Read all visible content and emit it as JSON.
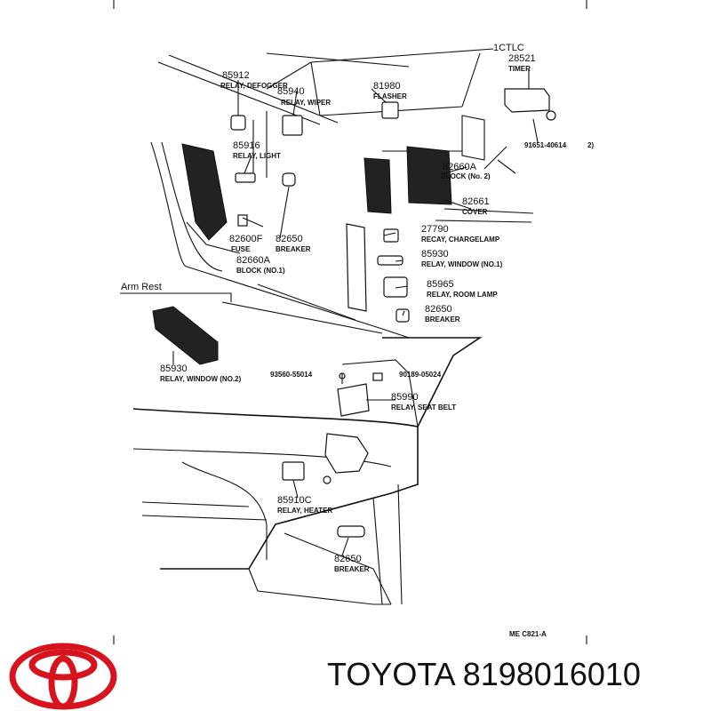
{
  "diagram": {
    "header": "1CTLC",
    "arm_rest_title": "Arm Rest",
    "drawing_code": "ME  C821-A",
    "callouts": [
      {
        "id": "c1",
        "number": "85912",
        "desc": "RELAY, DEFOGGER"
      },
      {
        "id": "c2",
        "number": "85940",
        "desc": "RELAY, WIPER"
      },
      {
        "id": "c3",
        "number": "81980",
        "desc": "FLASHER"
      },
      {
        "id": "c4",
        "number": "28521",
        "desc": "TIMER"
      },
      {
        "id": "c5",
        "number": "91651-40614",
        "desc": ""
      },
      {
        "id": "c6",
        "number": "2)",
        "desc": ""
      },
      {
        "id": "c7",
        "number": "85916",
        "desc": "RELAY, LIGHT"
      },
      {
        "id": "c8",
        "number": "82660A",
        "desc": "BLOCK (No. 2)"
      },
      {
        "id": "c9",
        "number": "82661",
        "desc": "COVER"
      },
      {
        "id": "c10",
        "number": "82600F",
        "desc": "FUSE"
      },
      {
        "id": "c11",
        "number": "82650",
        "desc": "BREAKER"
      },
      {
        "id": "c12",
        "number": "82660A",
        "desc": "BLOCK (NO.1)"
      },
      {
        "id": "c13",
        "number": "27790",
        "desc": "RECAY, CHARGELAMP"
      },
      {
        "id": "c14",
        "number": "85930",
        "desc": "RELAY, WINDOW (NO.1)"
      },
      {
        "id": "c15",
        "number": "85965",
        "desc": "RELAY, ROOM LAMP"
      },
      {
        "id": "c16",
        "number": "82650",
        "desc": "BREAKER"
      },
      {
        "id": "c17",
        "number": "85930",
        "desc": "RELAY, WINDOW (NO.2)"
      },
      {
        "id": "c18",
        "number": "93560-55014",
        "desc": ""
      },
      {
        "id": "c19",
        "number": "90189-05024",
        "desc": ""
      },
      {
        "id": "c20",
        "number": "85990",
        "desc": "RELAY, SEAT BELT"
      },
      {
        "id": "c21",
        "number": "85910C",
        "desc": "RELAY, HEATER"
      },
      {
        "id": "c22",
        "number": "82650",
        "desc": "BREAKER"
      }
    ]
  },
  "brand": {
    "name": "TOYOTA",
    "part_number": "8198016010",
    "logo_color": "#d7141e"
  }
}
